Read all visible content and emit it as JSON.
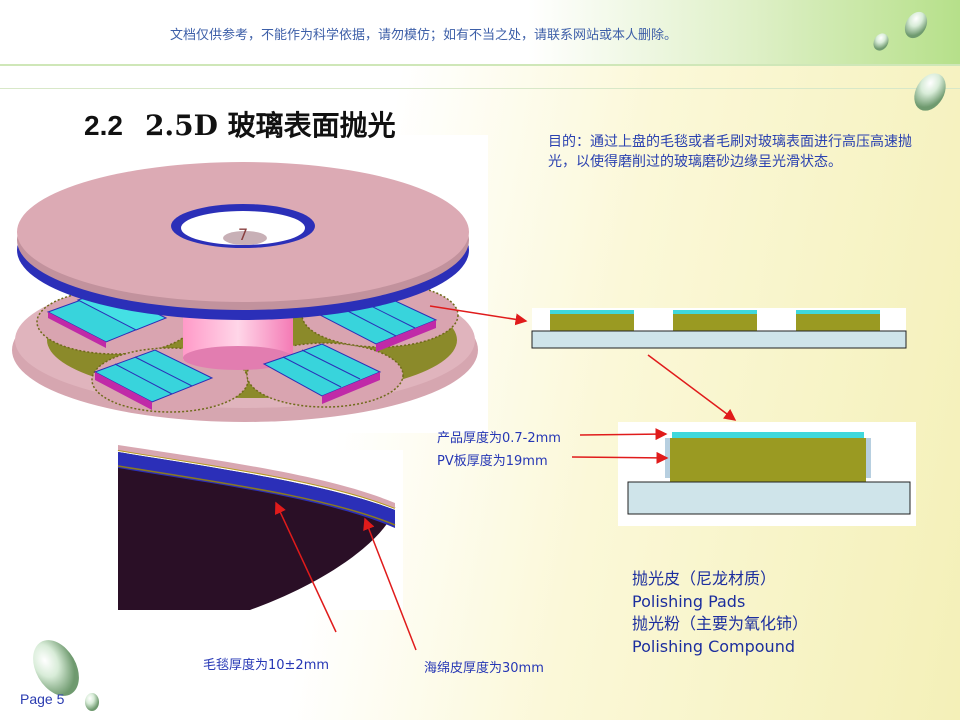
{
  "banner": {
    "disclaimer": "文档仅供参考，不能作为科学依据，请勿模仿；如有不当之处，请联系网站或本人删除。"
  },
  "heading": {
    "number": "2.2",
    "title": "2.5D 玻璃表面抛光"
  },
  "purpose": {
    "text": "目的：通过上盘的毛毯或者毛刷对玻璃表面进行高压高速抛光，以使得磨削过的玻璃磨砂边缘呈光滑状态。"
  },
  "diagram": {
    "station_number": "7"
  },
  "annotations": {
    "product_thickness": "产品厚度为0.7-2mm",
    "pv_thickness": "PV板厚度为19mm",
    "felt_thickness": "毛毯厚度为10±2mm",
    "sponge_thickness": "海绵皮厚度为30mm"
  },
  "legend": {
    "pad_cn": "抛光皮（尼龙材质）",
    "pad_en": "Polishing  Pads",
    "compound_cn": "抛光粉（主要为氧化铈）",
    "compound_en": "Polishing  Compound"
  },
  "footer": {
    "page": "Page 5"
  },
  "colors": {
    "title_blue": "#2a41b0",
    "annot_blue": "#2637b5",
    "disk_pink": "#d8a7b1",
    "disk_blue": "#2b2fb8",
    "glass_cyan": "#40d8dc",
    "tray_magenta": "#c02aa8",
    "olive": "#9a9a22",
    "base_lightblue": "#cfe4ea",
    "arrow_red": "#e01b1b"
  }
}
